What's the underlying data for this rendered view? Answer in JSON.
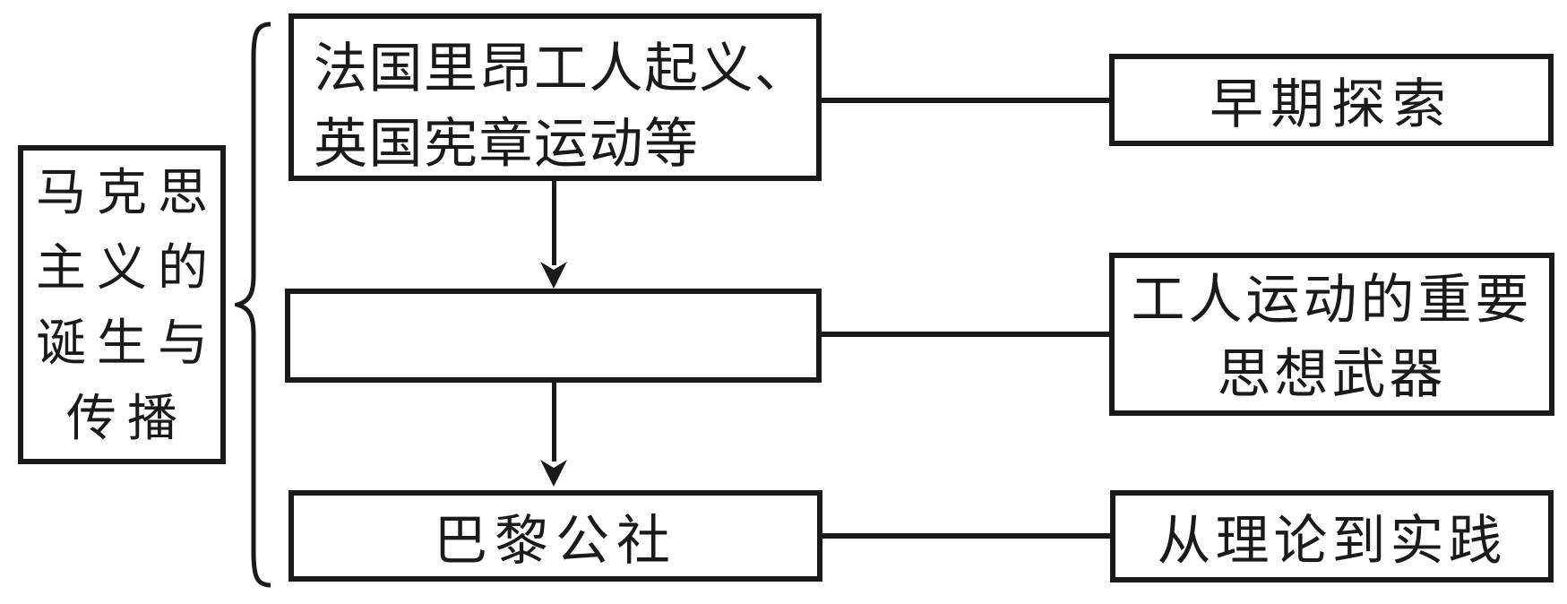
{
  "colors": {
    "stroke": "#1a1a1a",
    "background": "#ffffff"
  },
  "left_panel": {
    "lines": [
      "马克思",
      "主义的",
      "诞生与",
      "传播"
    ]
  },
  "flow": {
    "events_box": {
      "lines": [
        "法国里昂工人起义、",
        "英国宪章运动等"
      ]
    },
    "blank_box": {
      "text": ""
    },
    "paris_box": {
      "text": "巴黎公社"
    }
  },
  "results": {
    "early_box": {
      "text": "早期探索"
    },
    "weapon_box": {
      "lines": [
        "工人运动的重要",
        "思想武器"
      ]
    },
    "practice_box": {
      "text": "从理论到实践"
    }
  },
  "icons": {
    "brace": "curly-brace",
    "arrows": "arrow-down"
  }
}
